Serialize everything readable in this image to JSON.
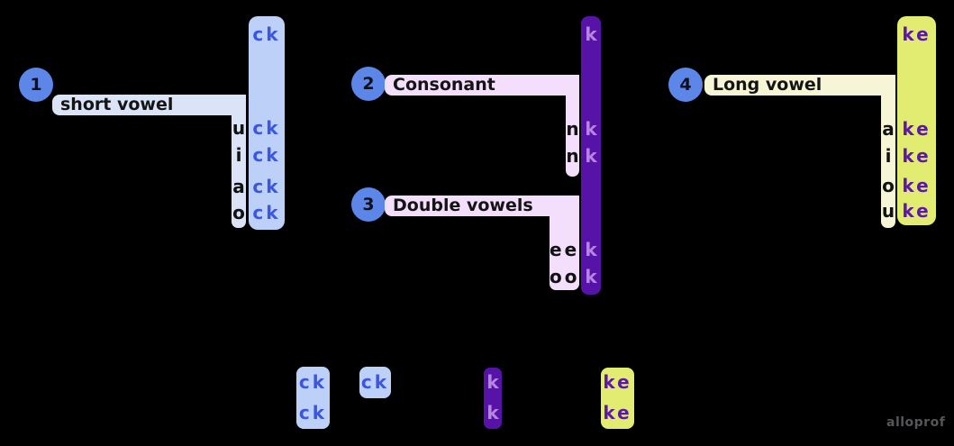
{
  "watermark": "alloprof",
  "colors": {
    "background": "#000000",
    "badge_blue": "#5c86e8",
    "short_vowel_strip": "#dbe4f6",
    "ck_column": "#bdd1f8",
    "ck_letters": "#3c56dd",
    "consonant_strip": "#f3defb",
    "double_vowels_strip": "#f3defb",
    "k_column": "#5712a8",
    "k_letters": "#b787e0",
    "long_vowel_strip": "#f6f6d6",
    "ke_column": "#e1ec70",
    "ke_letters": "#5d17a9",
    "highlight_letter_color": "#121212"
  },
  "rules": [
    {
      "number": "1",
      "label": "short vowel",
      "letters": [
        "u",
        "i",
        "a",
        "o"
      ]
    },
    {
      "number": "2",
      "label": "Consonant",
      "letters": [
        "n",
        "n"
      ]
    },
    {
      "number": "3",
      "label": "Double vowels",
      "letters": [
        "ee",
        "oo"
      ]
    },
    {
      "number": "4",
      "label": "Long vowel",
      "letters": [
        "a",
        "i",
        "o",
        "u"
      ]
    }
  ],
  "columns": {
    "ck": {
      "header": "ck",
      "cells": [
        "ck",
        "ck",
        "ck",
        "ck"
      ]
    },
    "k": {
      "header": "k",
      "cells": [
        "k",
        "k",
        "k",
        "k"
      ]
    },
    "ke": {
      "header": "ke",
      "cells": [
        "ke",
        "ke",
        "ke",
        "ke"
      ]
    }
  },
  "examples": {
    "ck_tall": [
      "ck",
      "ck"
    ],
    "ck_short": [
      "ck"
    ],
    "k_box": [
      "k",
      "k"
    ],
    "ke_box": [
      "ke",
      "ke"
    ]
  }
}
